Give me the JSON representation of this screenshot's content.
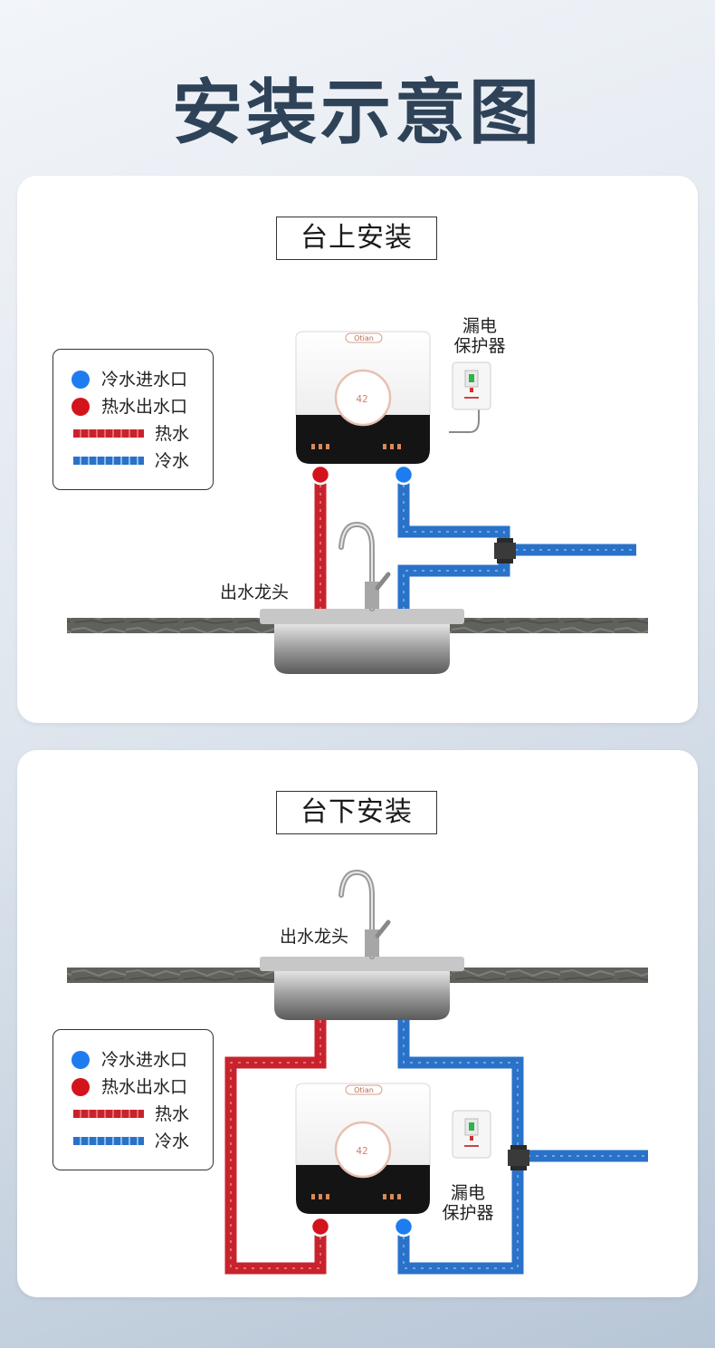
{
  "page_title": "安装示意图",
  "colors": {
    "hot": "#c8232c",
    "cold": "#2a72c8",
    "cold_dot": "#1e7cf0",
    "hot_dot": "#d3141d",
    "title": "#2f4358"
  },
  "sections": [
    {
      "title": "台上安装",
      "legend": {
        "cold_inlet": "冷水进水口",
        "hot_outlet": "热水出水口",
        "hot_pipe": "热水",
        "cold_pipe": "冷水"
      },
      "faucet_label": "出水龙头",
      "breaker_label_line1": "漏电",
      "breaker_label_line2": "保护器",
      "heater_brand": "Otian",
      "heater_display": "42"
    },
    {
      "title": "台下安装",
      "legend": {
        "cold_inlet": "冷水进水口",
        "hot_outlet": "热水出水口",
        "hot_pipe": "热水",
        "cold_pipe": "冷水"
      },
      "faucet_label": "出水龙头",
      "breaker_label_line1": "漏电",
      "breaker_label_line2": "保护器",
      "heater_brand": "Otian",
      "heater_display": "42"
    }
  ]
}
